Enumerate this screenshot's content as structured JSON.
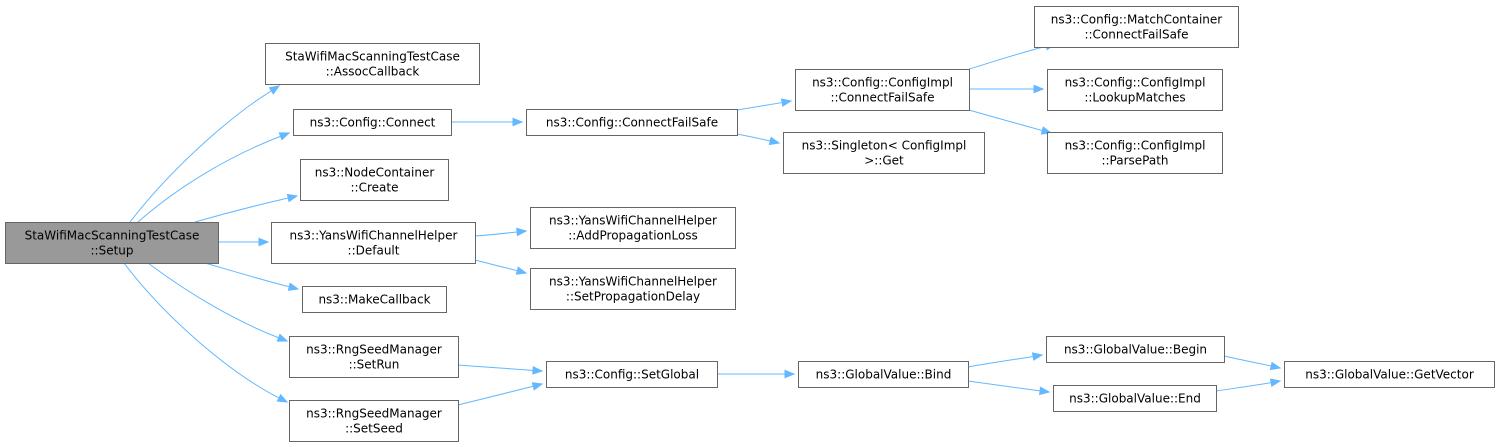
{
  "graph": {
    "nodes": [
      {
        "id": "root",
        "lines": [
          "StaWifiMacScanningTestCase",
          "::Setup"
        ],
        "highlight": true
      },
      {
        "id": "assoc",
        "lines": [
          "StaWifiMacScanningTestCase",
          "::AssocCallback"
        ]
      },
      {
        "id": "connect",
        "lines": [
          "ns3::Config::Connect"
        ]
      },
      {
        "id": "create",
        "lines": [
          "ns3::NodeContainer",
          "::Create"
        ]
      },
      {
        "id": "default",
        "lines": [
          "ns3::YansWifiChannelHelper",
          "::Default"
        ]
      },
      {
        "id": "makecb",
        "lines": [
          "ns3::MakeCallback"
        ]
      },
      {
        "id": "setrun",
        "lines": [
          "ns3::RngSeedManager",
          "::SetRun"
        ]
      },
      {
        "id": "setseed",
        "lines": [
          "ns3::RngSeedManager",
          "::SetSeed"
        ]
      },
      {
        "id": "cfs",
        "lines": [
          "ns3::Config::ConnectFailSafe"
        ]
      },
      {
        "id": "addprop",
        "lines": [
          "ns3::YansWifiChannelHelper",
          "::AddPropagationLoss"
        ]
      },
      {
        "id": "setdelay",
        "lines": [
          "ns3::YansWifiChannelHelper",
          "::SetPropagationDelay"
        ]
      },
      {
        "id": "setglobal",
        "lines": [
          "ns3::Config::SetGlobal"
        ]
      },
      {
        "id": "implcfs",
        "lines": [
          "ns3::Config::ConfigImpl",
          "::ConnectFailSafe"
        ]
      },
      {
        "id": "singleton",
        "lines": [
          "ns3::Singleton< ConfigImpl",
          ">::Get"
        ]
      },
      {
        "id": "bind",
        "lines": [
          "ns3::GlobalValue::Bind"
        ]
      },
      {
        "id": "mccfs",
        "lines": [
          "ns3::Config::MatchContainer",
          "::ConnectFailSafe"
        ]
      },
      {
        "id": "lookup",
        "lines": [
          "ns3::Config::ConfigImpl",
          "::LookupMatches"
        ]
      },
      {
        "id": "parse",
        "lines": [
          "ns3::Config::ConfigImpl",
          "::ParsePath"
        ]
      },
      {
        "id": "begin",
        "lines": [
          "ns3::GlobalValue::Begin"
        ]
      },
      {
        "id": "end",
        "lines": [
          "ns3::GlobalValue::End"
        ]
      },
      {
        "id": "getvector",
        "lines": [
          "ns3::GlobalValue::GetVector"
        ]
      }
    ],
    "edges": [
      {
        "from": "root",
        "to": "assoc"
      },
      {
        "from": "root",
        "to": "connect"
      },
      {
        "from": "root",
        "to": "create"
      },
      {
        "from": "root",
        "to": "default"
      },
      {
        "from": "root",
        "to": "makecb"
      },
      {
        "from": "root",
        "to": "setrun"
      },
      {
        "from": "root",
        "to": "setseed"
      },
      {
        "from": "connect",
        "to": "cfs"
      },
      {
        "from": "default",
        "to": "addprop"
      },
      {
        "from": "default",
        "to": "setdelay"
      },
      {
        "from": "setrun",
        "to": "setglobal"
      },
      {
        "from": "setseed",
        "to": "setglobal"
      },
      {
        "from": "cfs",
        "to": "implcfs"
      },
      {
        "from": "cfs",
        "to": "singleton"
      },
      {
        "from": "setglobal",
        "to": "bind"
      },
      {
        "from": "implcfs",
        "to": "mccfs"
      },
      {
        "from": "implcfs",
        "to": "lookup"
      },
      {
        "from": "implcfs",
        "to": "parse"
      },
      {
        "from": "bind",
        "to": "begin"
      },
      {
        "from": "bind",
        "to": "end"
      },
      {
        "from": "begin",
        "to": "getvector"
      },
      {
        "from": "end",
        "to": "getvector"
      }
    ]
  }
}
